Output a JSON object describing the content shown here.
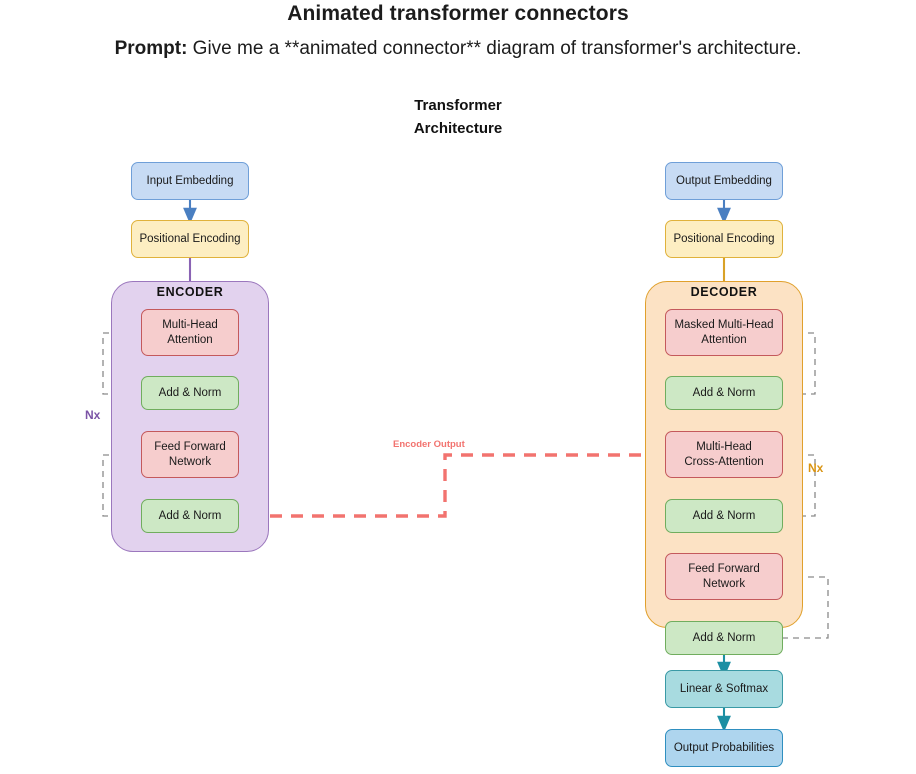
{
  "header": {
    "title": "Animated transformer connectors",
    "prompt_label": "Prompt:",
    "prompt_text": " Give me a **animated connector** diagram of transformer's architecture."
  },
  "diagram": {
    "title_line1": "Transformer",
    "title_line2": "Architecture",
    "encoder": {
      "label": "ENCODER",
      "repeat_label": "Nx",
      "input_embedding": "Input Embedding",
      "positional_encoding": "Positional Encoding",
      "blocks": [
        {
          "label": "Multi-Head Attention",
          "line1": "Multi-Head",
          "line2": "Attention",
          "kind": "attention"
        },
        {
          "label": "Add & Norm",
          "line1": "Add & Norm",
          "line2": "",
          "kind": "norm"
        },
        {
          "label": "Feed Forward Network",
          "line1": "Feed Forward",
          "line2": "Network",
          "kind": "attention"
        },
        {
          "label": "Add & Norm",
          "line1": "Add & Norm",
          "line2": "",
          "kind": "norm"
        }
      ]
    },
    "decoder": {
      "label": "DECODER",
      "repeat_label": "Nx",
      "output_embedding": "Output Embedding",
      "positional_encoding": "Positional Encoding",
      "blocks": [
        {
          "label": "Masked Multi-Head Attention",
          "line1": "Masked Multi-Head",
          "line2": "Attention",
          "kind": "attention"
        },
        {
          "label": "Add & Norm",
          "line1": "Add & Norm",
          "line2": "",
          "kind": "norm"
        },
        {
          "label": "Multi-Head Cross-Attention",
          "line1": "Multi-Head",
          "line2": "Cross-Attention",
          "kind": "attention"
        },
        {
          "label": "Add & Norm",
          "line1": "Add & Norm",
          "line2": "",
          "kind": "norm"
        },
        {
          "label": "Feed Forward Network",
          "line1": "Feed Forward",
          "line2": "Network",
          "kind": "attention"
        },
        {
          "label": "Add & Norm",
          "line1": "Add & Norm",
          "line2": "",
          "kind": "norm"
        }
      ],
      "linear_softmax": "Linear & Softmax",
      "output_probabilities": "Output Probabilities"
    },
    "cross_connection_label": "Encoder Output"
  },
  "colors": {
    "embedding_fill": "#c7dbf4",
    "embedding_stroke": "#6f9fd8",
    "positional_fill": "#fdeec2",
    "positional_stroke": "#e0b23c",
    "attention_fill": "#f6cdcd",
    "attention_stroke": "#c4595c",
    "norm_fill": "#cde8c5",
    "norm_stroke": "#70ad5e",
    "linear_fill": "#a8dbe0",
    "linear_stroke": "#3a9aa6",
    "output_fill": "#aed5ee",
    "output_stroke": "#2f8fc0",
    "encoder_fill": "#e2d2ee",
    "encoder_stroke": "#9b77bd",
    "decoder_fill": "#fce2c4",
    "decoder_stroke": "#e0a02c",
    "cross_connector": "#f2736f",
    "residual_dashed": "#8a8a8a"
  }
}
